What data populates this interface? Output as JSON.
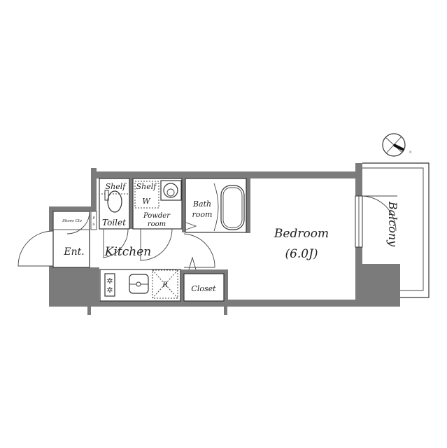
{
  "plan": {
    "rooms": {
      "shelf_toilet": "Shelf",
      "shelf_powder": "Shelf",
      "washer": "W",
      "toilet": "Toilet",
      "powder_1": "Powder",
      "powder_2": "room",
      "bath_1": "Bath",
      "bath_2": "room",
      "shoes": "Shoes Clo",
      "ps_1": "P",
      "ps_2": "S",
      "entrance": "Ent.",
      "kitchen": "Kitchen",
      "fridge": "R",
      "closet": "Closet",
      "bedroom": "Bedroom",
      "bedroom_size": "(6.0J)",
      "balcony": "Balcony"
    },
    "compass_label": "N",
    "colors": {
      "wall": "#7b7b7b",
      "line": "#333333",
      "background": "#ffffff"
    }
  }
}
